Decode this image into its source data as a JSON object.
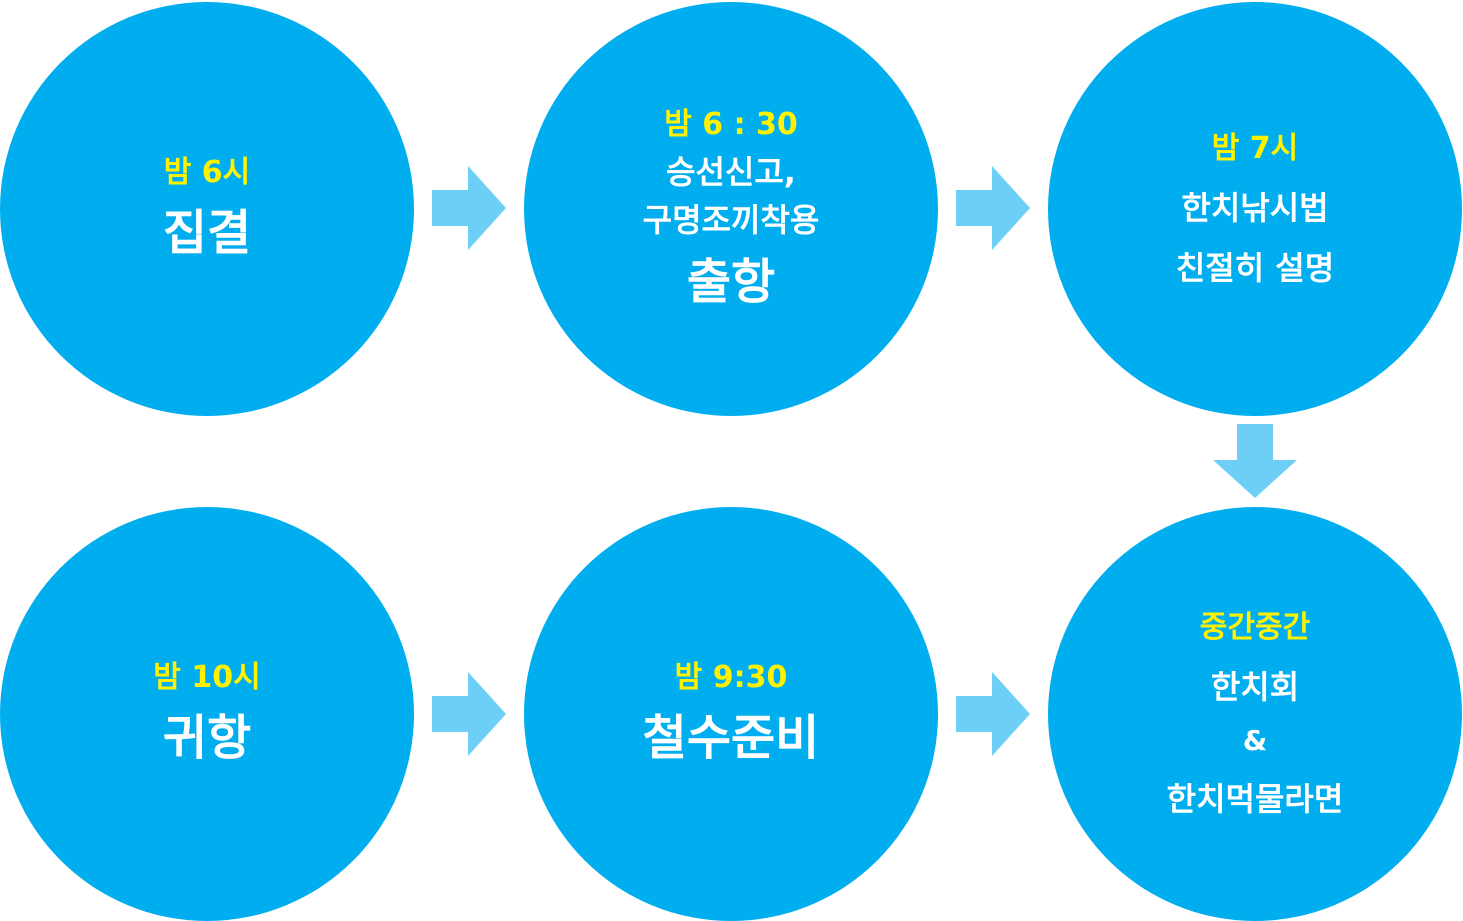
{
  "steps": [
    {
      "time": "밤 6시",
      "main": "집결"
    },
    {
      "time": "밤 6 : 30",
      "line1": "승선신고,",
      "line2": "구명조끼착용",
      "main": "출항"
    },
    {
      "time": "밤 7시",
      "line1": "한치낚시법",
      "line2": "친절히 설명"
    },
    {
      "time": "중간중간",
      "line1": "한치회",
      "amp": "&",
      "line2": "한치먹물라면"
    },
    {
      "time": "밤 9:30",
      "main": "철수준비"
    },
    {
      "time": "밤 10시",
      "main": "귀항"
    }
  ],
  "colors": {
    "circle": "#00aeef",
    "time_text": "#fff200",
    "arrow": "#6dcff6"
  }
}
